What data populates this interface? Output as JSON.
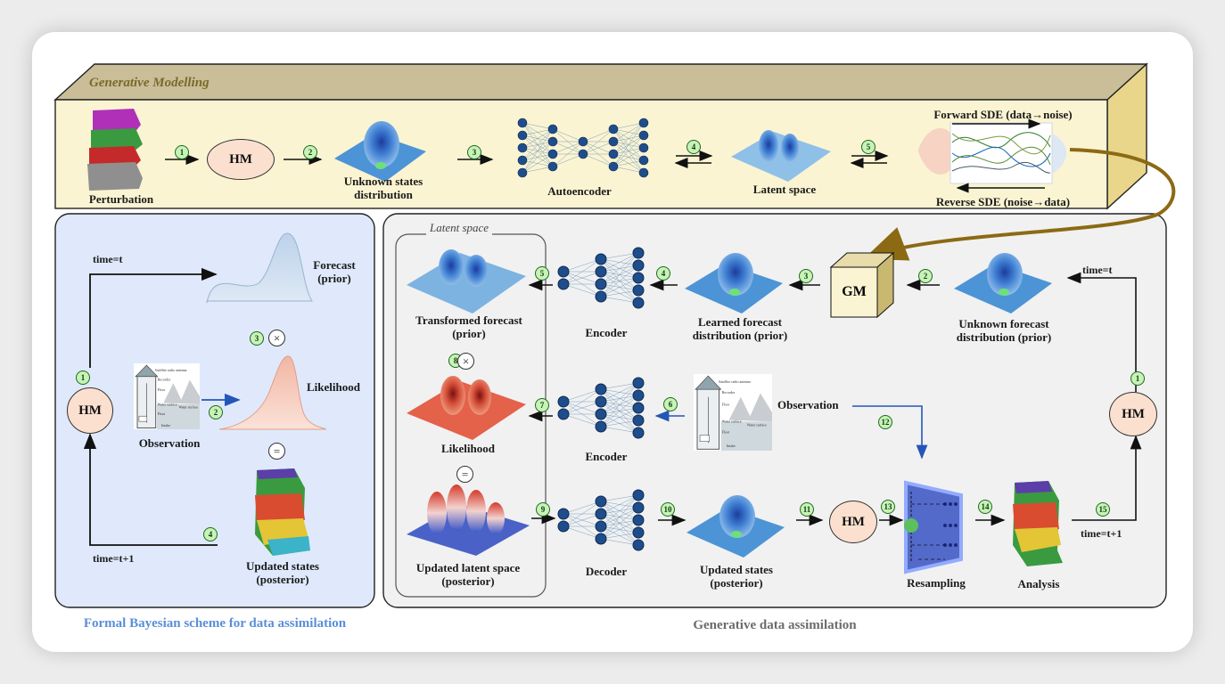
{
  "top": {
    "title": "Generative Modelling",
    "perturbation": "Perturbation",
    "hm": "HM",
    "unknown_states": "Unknown states distribution",
    "autoencoder": "Autoencoder",
    "latent_space": "Latent space",
    "forward_sde": "Forward SDE (data→noise)",
    "reverse_sde": "Reverse SDE (noise→data)",
    "steps": [
      "1",
      "2",
      "3",
      "4",
      "5"
    ]
  },
  "left": {
    "caption": "Formal Bayesian scheme for data assimilation",
    "time_t": "time=t",
    "time_t1": "time=t+1",
    "forecast": "Forecast (prior)",
    "likelihood": "Likelihood",
    "observation": "Observation",
    "updated": "Updated states (posterior)",
    "hm": "HM",
    "steps": [
      "1",
      "2",
      "3",
      "4"
    ],
    "times_op": "×",
    "equals_op": "="
  },
  "right": {
    "caption": "Generative data assimilation",
    "latent_box": "Latent space",
    "transformed_forecast": "Transformed forecast (prior)",
    "likelihood": "Likelihood",
    "updated_latent": "Updated latent space (posterior)",
    "encoder1": "Encoder",
    "encoder2": "Encoder",
    "decoder": "Decoder",
    "learned_forecast": "Learned forecast distribution (prior)",
    "gm": "GM",
    "unknown_forecast": "Unknown forecast distribution (prior)",
    "time_t": "time=t",
    "time_t1": "time=t+1",
    "observation": "Observation",
    "updated_states": "Updated states (posterior)",
    "hm": "HM",
    "hm2": "HM",
    "resampling": "Resampling",
    "analysis": "Analysis",
    "steps": [
      "1",
      "2",
      "3",
      "4",
      "5",
      "6",
      "7",
      "8",
      "9",
      "10",
      "11",
      "12",
      "13",
      "14",
      "15"
    ],
    "times_op": "×",
    "equals_op": "="
  },
  "station_labels": [
    "Satellite radio antenna",
    "Recorder",
    "Floor",
    "Water surface",
    "Float",
    "Intake",
    "Water surface"
  ],
  "colors": {
    "hm_fill": "#fbe0cf",
    "top_panel": "#fbf4d2",
    "left_panel": "#dfe9fb",
    "right_panel": "#f1f1f1",
    "step_fill": "#c8f2b8",
    "curve": "#8c6a14",
    "obs_arrow": "#2456b8"
  }
}
